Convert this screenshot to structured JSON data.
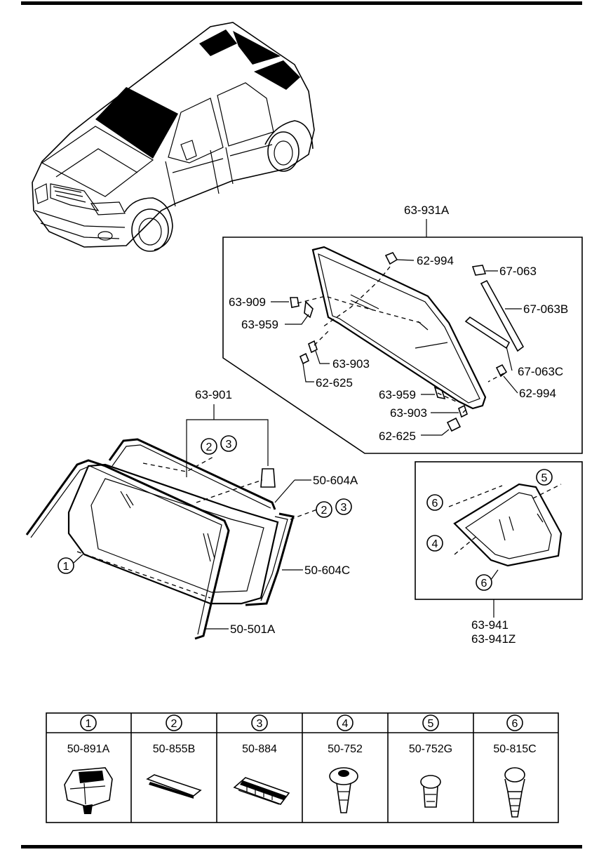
{
  "callouts": {
    "c_63931A": "63-931A",
    "c_62994a": "62-994",
    "c_67063": "67-063",
    "c_63909": "63-909",
    "c_67063B": "67-063B",
    "c_63959a": "63-959",
    "c_63903a": "63-903",
    "c_67063C": "67-063C",
    "c_62625a": "62-625",
    "c_62994b": "62-994",
    "c_63959b": "63-959",
    "c_63903b": "63-903",
    "c_62625b": "62-625",
    "c_63901": "63-901",
    "c_50604A": "50-604A",
    "c_50604C": "50-604C",
    "c_50501A": "50-501A",
    "c_63941": "63-941",
    "c_63941Z": "63-941Z"
  },
  "markers": {
    "m1": "1",
    "m2a": "2",
    "m3a": "3",
    "m2b": "2",
    "m3b": "3",
    "m4": "4",
    "m5": "5",
    "m6a": "6",
    "m6b": "6"
  },
  "legend": [
    {
      "num": "1",
      "part": "50-891A",
      "icon": "clip-block-icon"
    },
    {
      "num": "2",
      "part": "50-855B",
      "icon": "spacer-strip-icon"
    },
    {
      "num": "3",
      "part": "50-884",
      "icon": "serrated-spacer-icon"
    },
    {
      "num": "4",
      "part": "50-752",
      "icon": "push-rivet-icon"
    },
    {
      "num": "5",
      "part": "50-752G",
      "icon": "push-clip-icon"
    },
    {
      "num": "6",
      "part": "50-815C",
      "icon": "fir-tree-clip-icon"
    }
  ]
}
